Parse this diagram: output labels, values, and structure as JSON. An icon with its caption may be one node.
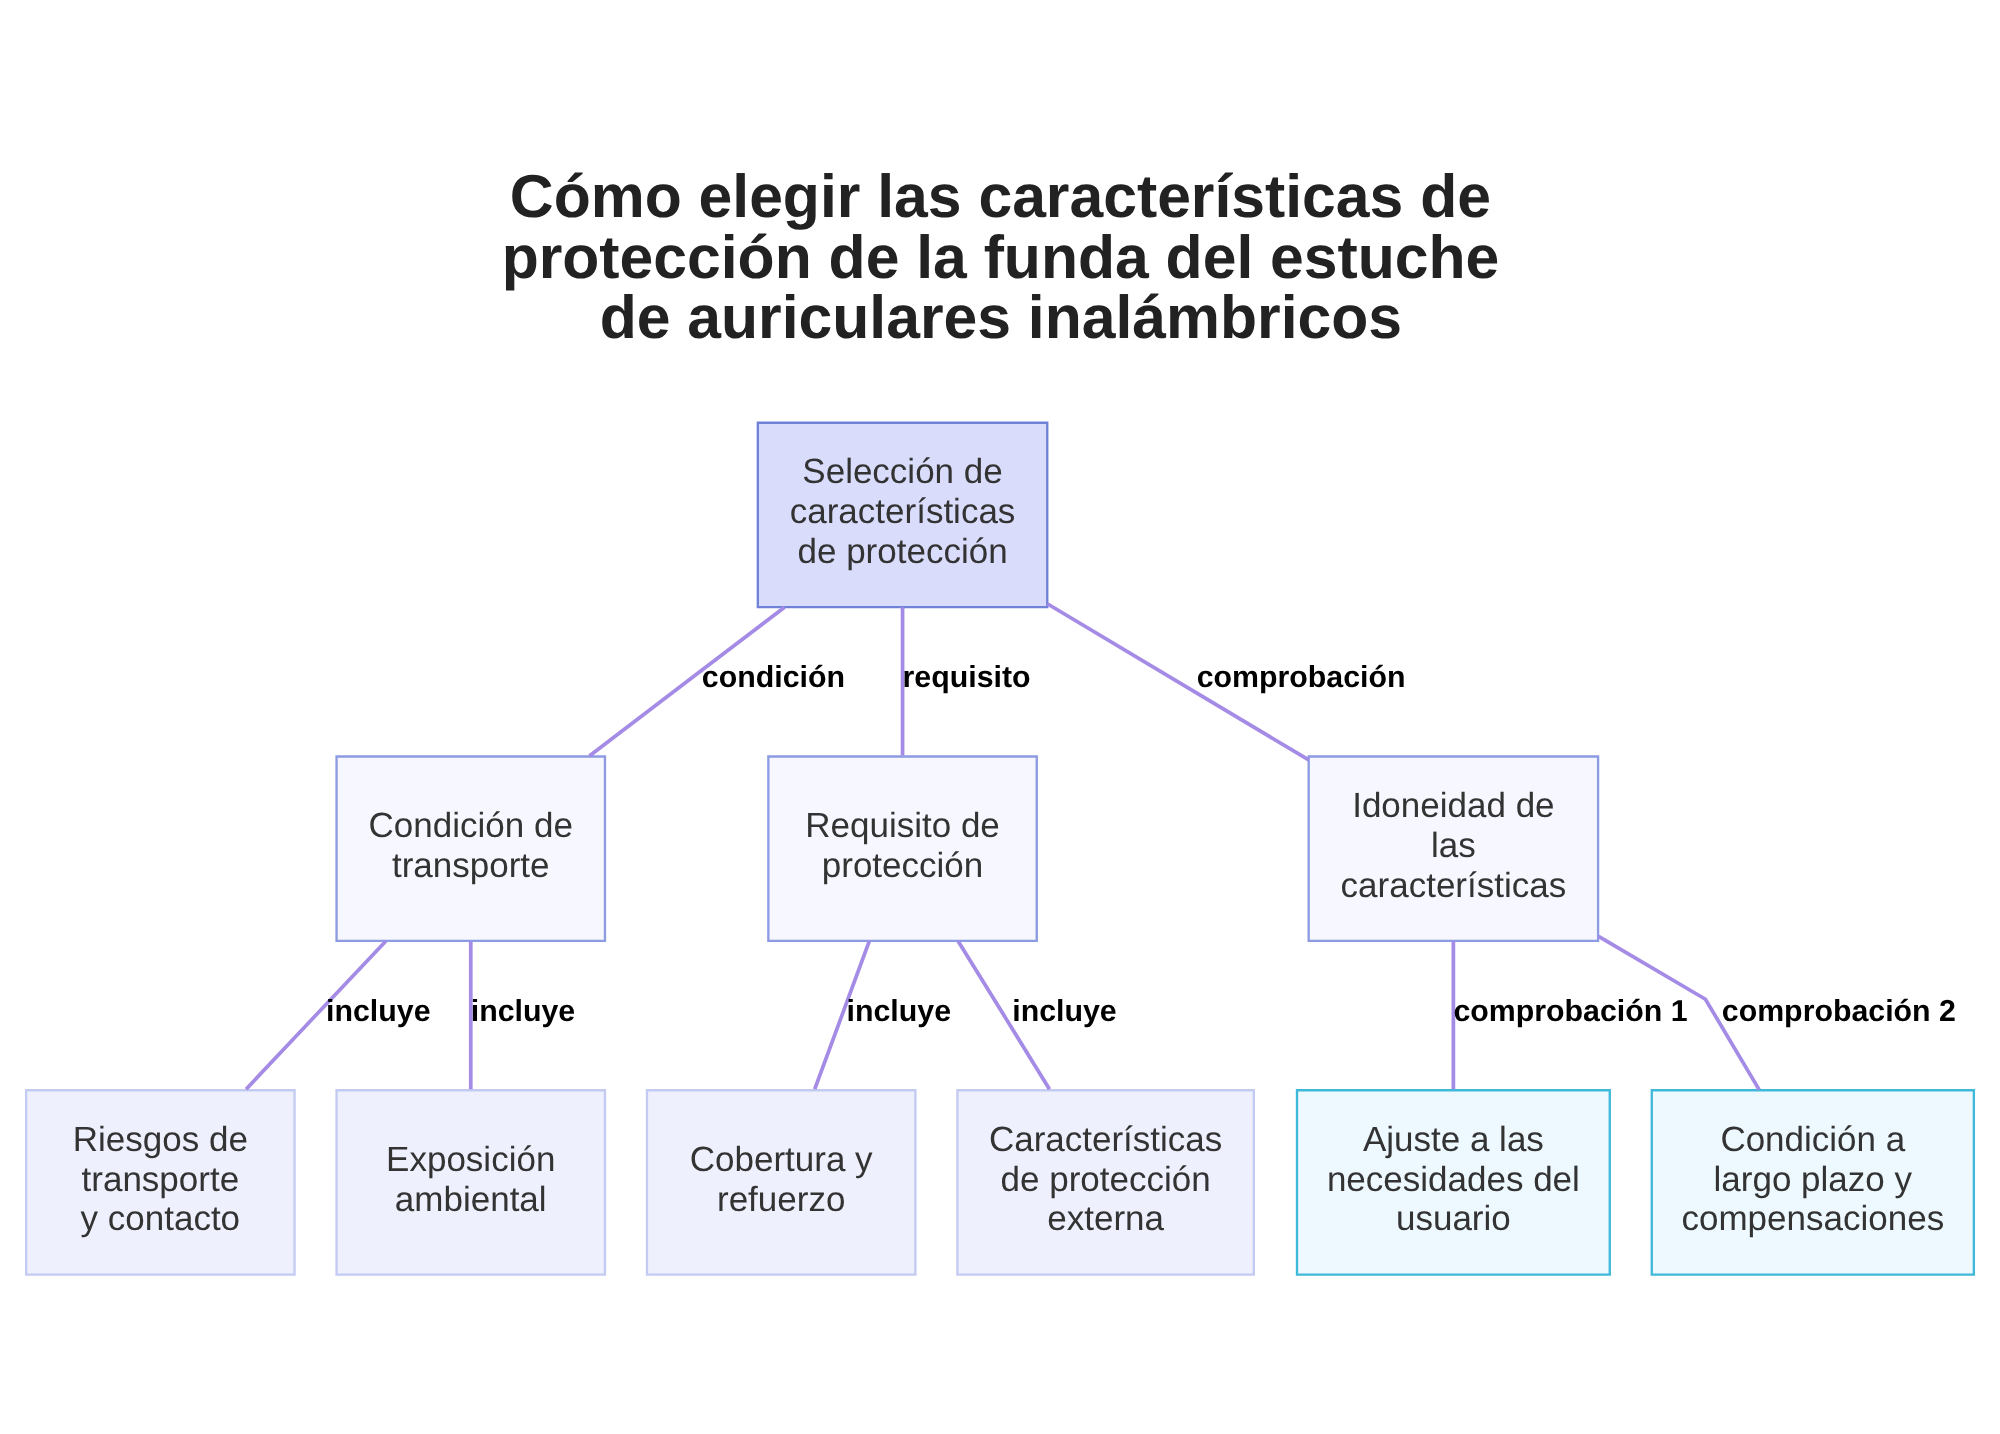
{
  "diagram": {
    "title": "Cómo elegir las características de protección de la funda del estuche de auriculares inalámbricos",
    "nodes": [
      {
        "text": [
          "Selección de características de protección"
        ]
      },
      {
        "text": [
          "Condición de transporte"
        ]
      },
      {
        "text": [
          "Requisito de protección"
        ]
      },
      {
        "text": [
          "Idoneidad de las características"
        ]
      },
      {
        "text": [
          "Riesgos de transporte y contacto"
        ]
      },
      {
        "text": [
          "Exposición ambiental"
        ]
      },
      {
        "text": [
          "Cobertura y refuerzo"
        ]
      },
      {
        "text": [
          "Características de protección externa"
        ]
      },
      {
        "text": [
          "Ajuste a las necesidades del usuario"
        ]
      },
      {
        "text": [
          "Condición a largo plazo y compensaciones"
        ]
      }
    ],
    "edges": [
      {
        "from": 0,
        "to": 1,
        "arrow": "none",
        "label": "condición"
      },
      {
        "from": 0,
        "to": 2,
        "arrow": "none",
        "label": "requisito"
      },
      {
        "from": 0,
        "to": 3,
        "arrow": "none",
        "label": "comprobación"
      },
      {
        "from": 1,
        "to": 4,
        "arrow": "none",
        "label": "incluye"
      },
      {
        "from": 1,
        "to": 5,
        "arrow": "none",
        "label": "incluye"
      },
      {
        "from": 2,
        "to": 6,
        "arrow": "none",
        "label": "incluye"
      },
      {
        "from": 2,
        "to": 7,
        "arrow": "none",
        "label": "incluye"
      },
      {
        "from": 3,
        "to": 8,
        "arrow": "none",
        "label": "comprobación 1"
      },
      {
        "from": 3,
        "to": 9,
        "arrow": "none",
        "label": "comprobación 2"
      }
    ]
  }
}
